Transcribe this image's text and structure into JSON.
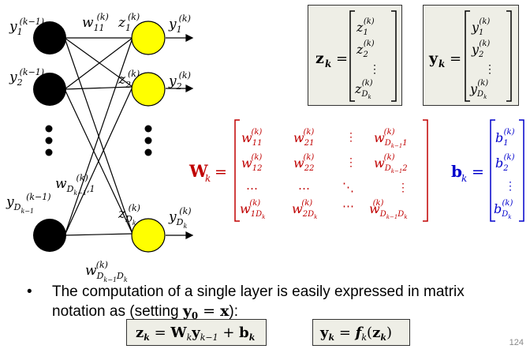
{
  "diagram": {
    "inputs": [
      {
        "name": "y",
        "sup": "(k−1)",
        "sub": "1"
      },
      {
        "name": "y",
        "sup": "(k−1)",
        "sub": "2"
      },
      {
        "name": "y",
        "sup": "(k−1)",
        "sub": "D",
        "subsub": "k−1"
      }
    ],
    "outputs": [
      {
        "name": "y",
        "sup": "(k)",
        "sub": "1"
      },
      {
        "name": "y",
        "sup": "(k)",
        "sub": "2"
      },
      {
        "name": "y",
        "sup": "(k)",
        "sub": "D",
        "subsub": "k"
      }
    ],
    "preacts": [
      {
        "name": "z",
        "sup": "(k)",
        "sub": "1"
      },
      {
        "name": "z",
        "sup": "(k)",
        "sub": "2"
      },
      {
        "name": "z",
        "sup": "(k)",
        "sub": "D",
        "subsub": "k"
      }
    ],
    "weight_labels": [
      {
        "name": "w",
        "sup": "(k)",
        "sub": "11"
      },
      {
        "name": "w",
        "sup": "(k)",
        "sub": "D",
        "subsub": "k−1",
        "tail": ",1"
      },
      {
        "name": "w",
        "sup": "(k)",
        "sub": "D",
        "subsub": "k−1",
        "sub2": "D",
        "subsub2": "k"
      }
    ],
    "colors": {
      "input_node": "#000000",
      "output_node": "#ffff00",
      "weight_matrix": "#c00000",
      "bias": "#0000cc",
      "box_bg": "#eeeee6"
    }
  },
  "equations": {
    "z_vector": {
      "lhs": "z",
      "lhs_sub": "k",
      "entries": [
        "z₁⁽ᵏ⁾",
        "z₂⁽ᵏ⁾",
        "⋮",
        "z_Dk⁽ᵏ⁾"
      ]
    },
    "y_vector": {
      "lhs": "y",
      "lhs_sub": "k",
      "entries": [
        "y₁⁽ᵏ⁾",
        "y₂⁽ᵏ⁾",
        "⋮",
        "y_Dk⁽ᵏ⁾"
      ]
    },
    "W_matrix": {
      "lhs": "W",
      "lhs_sub": "k"
    },
    "b_vector": {
      "lhs": "b",
      "lhs_sub": "k"
    },
    "eq1": "z_k = W_k y_{k−1} + b_k",
    "eq2": "y_k = f_k(z_k)"
  },
  "text": {
    "bullet": "•",
    "line1": "The computation of a single layer is easily expressed in matrix",
    "line2_pre": "notation as  (setting ",
    "line2_post": "):",
    "setting_lhs": "y",
    "setting_sub": "0",
    "setting_eq": " = ",
    "setting_rhs": "x",
    "page_number": "124"
  }
}
